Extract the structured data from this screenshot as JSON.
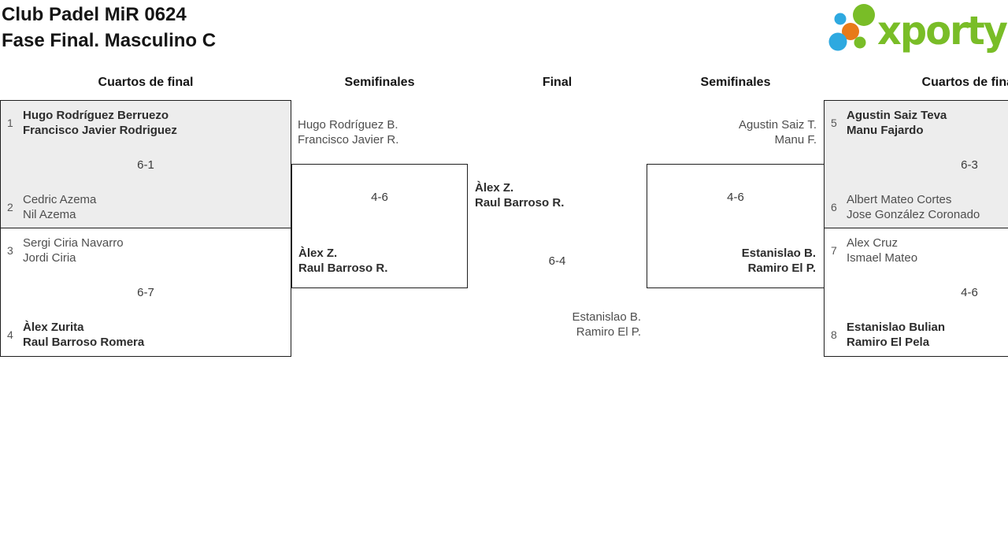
{
  "page": {
    "title_line1": "Club Padel MiR 0624",
    "title_line2": "Fase Final. Masculino C"
  },
  "logo": {
    "text": "xporty",
    "colors": {
      "green": "#79bd27",
      "blue": "#2ea9e0",
      "orange": "#e87a18"
    }
  },
  "round_headers": [
    "Cuartos de final",
    "Semifinales",
    "Final",
    "Semifinales",
    "Cuartos de final"
  ],
  "matches": {
    "qf_left_1": {
      "seed_a": "1",
      "team_a": [
        "Hugo Rodríguez Berruezo",
        "Francisco Javier Rodriguez"
      ],
      "score": "6-1",
      "seed_b": "2",
      "team_b": [
        "Cedric Azema",
        "Nil Azema"
      ]
    },
    "qf_left_2": {
      "seed_a": "3",
      "team_a": [
        "Sergi Ciria Navarro",
        "Jordi Ciria"
      ],
      "score": "6-7",
      "seed_b": "4",
      "team_b": [
        "Àlex Zurita",
        "Raul Barroso Romera"
      ]
    },
    "sf_left": {
      "team_a": [
        "Hugo Rodríguez B.",
        "Francisco Javier R."
      ],
      "score": "4-6",
      "team_b": [
        "Àlex Z.",
        "Raul Barroso R."
      ]
    },
    "final": {
      "team_a": [
        "Àlex Z.",
        "Raul Barroso R."
      ],
      "score": "6-4",
      "team_b": [
        "Estanislao B.",
        "Ramiro El P."
      ]
    },
    "sf_right": {
      "team_a": [
        "Agustin Saiz T.",
        "Manu F."
      ],
      "score": "4-6",
      "team_b": [
        "Estanislao B.",
        "Ramiro El P."
      ]
    },
    "qf_right_1": {
      "seed_a": "5",
      "team_a": [
        "Agustin Saiz Teva",
        "Manu Fajardo"
      ],
      "score": "6-3",
      "seed_b": "6",
      "team_b": [
        "Albert Mateo Cortes",
        "Jose González Coronado"
      ]
    },
    "qf_right_2": {
      "seed_a": "7",
      "team_a": [
        "Alex Cruz",
        "Ismael Mateo"
      ],
      "score": "4-6",
      "seed_b": "8",
      "team_b": [
        "Estanislao Bulian",
        "Ramiro El Pela"
      ]
    }
  }
}
